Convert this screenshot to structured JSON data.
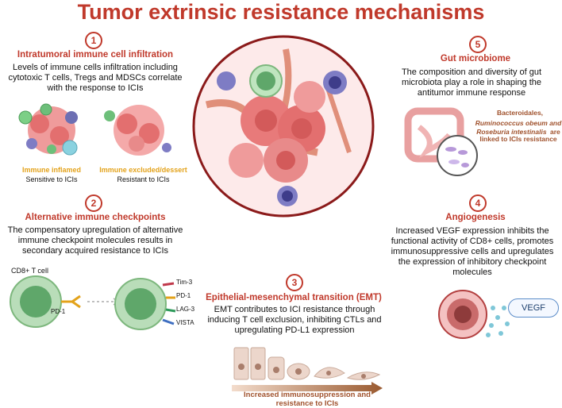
{
  "title": "Tumor extrinsic resistance mechanisms",
  "sections": {
    "s1": {
      "num": "1",
      "heading": "Intratumoral immune cell infiltration",
      "body": "Levels of immune cells infiltration including cytotoxic T cells, Tregs and MDSCs correlate with the response to ICIs",
      "left_label": "Immune inflamed",
      "left_sub": "Sensitive to ICIs",
      "right_label": "Immune excluded/dessert",
      "right_sub": "Resistant to ICIs"
    },
    "s2": {
      "num": "2",
      "heading": "Alternative immune checkpoints",
      "body": "The compensatory upregulation of alternative immune checkpoint molecules results in secondary acquired resistance to ICIs",
      "cell_label": "CD8+ T cell",
      "pd1_left": "PD-1",
      "receptors": [
        "Tim-3",
        "PD-1",
        "LAG-3",
        "VISTA"
      ]
    },
    "s3": {
      "num": "3",
      "heading": "Epithelial-mesenchymal transition (EMT)",
      "body": "EMT contributes to ICI resistance through inducing T cell exclusion, inhibiting CTLs and upregulating PD-L1 expression",
      "arrow_label": "Increased immunosuppression and resistance to ICIs"
    },
    "s4": {
      "num": "4",
      "heading": "Angiogenesis",
      "body": "Increased VEGF expression inhibits the functional activity  of CD8+ cells, promotes immunosuppressive cells and upregulates the expression of inhibitory checkpoint molecules",
      "vegf": "VEGF"
    },
    "s5": {
      "num": "5",
      "heading": "Gut microbiome",
      "body": "The composition and diversity of gut microbiota play a role in shaping the antitumor immune response",
      "bacteria_1": "Bacteroidales,",
      "bacteria_2": "Ruminococcus obeum and",
      "bacteria_3": "Roseburia intestinalis",
      "bacteria_suffix_2": "are",
      "bacteria_4": "linked to ICIs resistance"
    }
  },
  "colors": {
    "accent": "#c0392b",
    "orange": "#e3a21a",
    "brown": "#a0522d",
    "tumor": "#e88a8a",
    "cell_green": "#6dbf7a"
  }
}
